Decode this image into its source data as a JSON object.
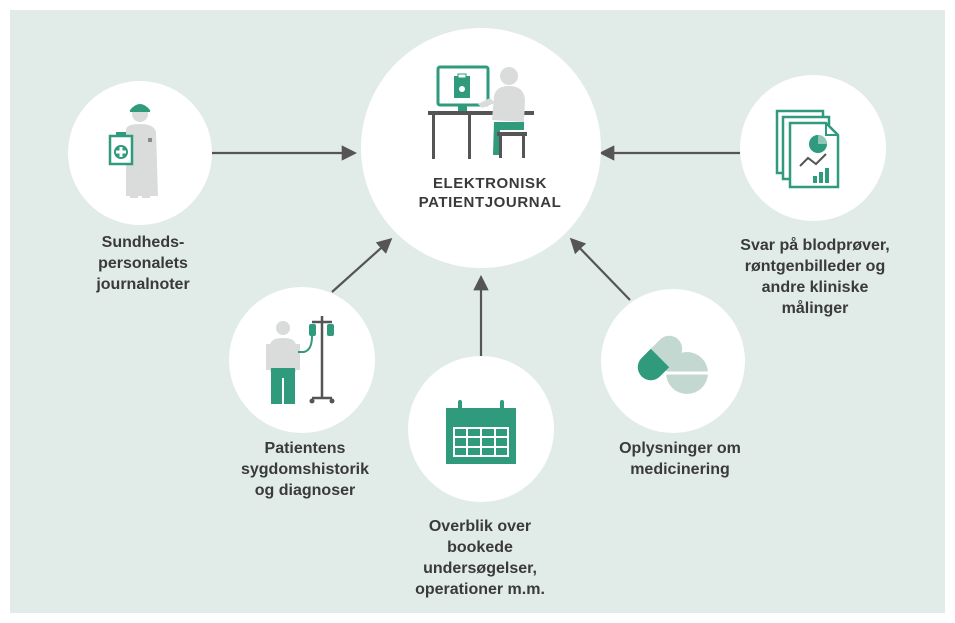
{
  "center": {
    "title_line1": "ELEKTRONISK",
    "title_line2": "PATIENTJOURNAL"
  },
  "nodes": {
    "notes": {
      "lines": [
        "Sundheds-",
        "personalets",
        "journalnoter"
      ]
    },
    "history": {
      "lines": [
        "Patientens",
        "sygdomshistorik",
        "og diagnoser"
      ]
    },
    "bookings": {
      "lines": [
        "Overblik over",
        "bookede",
        "undersøgelser,",
        "operationer m.m."
      ]
    },
    "medication": {
      "lines": [
        "Oplysninger om",
        "medicinering"
      ]
    },
    "tests": {
      "lines": [
        "Svar på blodprøver,",
        "røntgenbilleder og",
        "andre kliniske",
        "målinger"
      ]
    }
  },
  "colors": {
    "background": "#e1ebe7",
    "circle": "#ffffff",
    "accent_green": "#2f9a7c",
    "figure_gray": "#d9dcdb",
    "arrow": "#555555",
    "text": "#3a3a3a"
  },
  "icons": {
    "center": "computer-workstation-icon",
    "notes": "nurse-clipboard-icon",
    "history": "patient-iv-drip-icon",
    "bookings": "calendar-icon",
    "medication": "pills-icon",
    "tests": "report-documents-icon"
  }
}
